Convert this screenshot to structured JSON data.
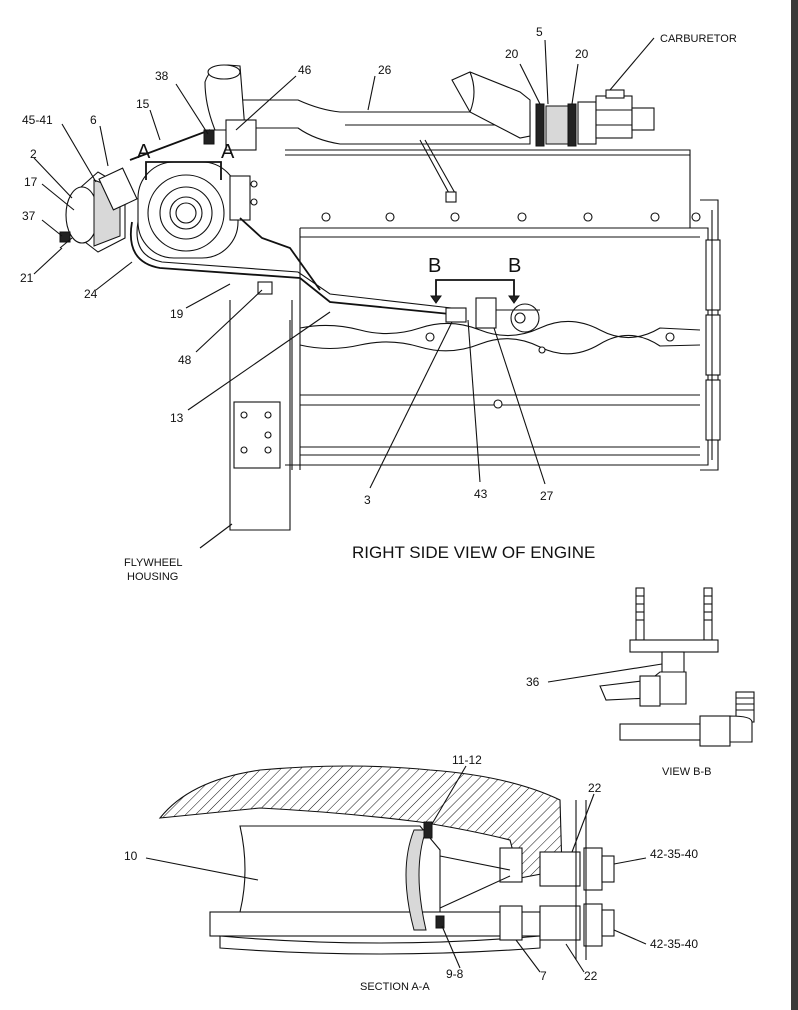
{
  "titles": {
    "right_side_view": "RIGHT SIDE VIEW OF ENGINE",
    "view_bb": "VIEW B-B",
    "section_aa": "SECTION A-A"
  },
  "captions": {
    "carburetor": "CARBURETOR",
    "flywheel_line1": "FLYWHEEL",
    "flywheel_line2": "HOUSING"
  },
  "section_markers": {
    "a_left": "A",
    "a_right": "A",
    "b_left": "B",
    "b_right": "B"
  },
  "callouts": {
    "c5": "5",
    "c20_left": "20",
    "c20_right": "20",
    "c26": "26",
    "c46": "46",
    "c38": "38",
    "c15": "15",
    "c45_41": "45-41",
    "c6": "6",
    "c2": "2",
    "c17": "17",
    "c37": "37",
    "c21": "21",
    "c24": "24",
    "c19": "19",
    "c48": "48",
    "c13": "13",
    "c3": "3",
    "c43": "43",
    "c27": "27",
    "c36": "36",
    "c11_12": "11-12",
    "c22_top": "22",
    "c10": "10",
    "c42_35_40_top": "42-35-40",
    "c42_35_40_bottom": "42-35-40",
    "c9_8": "9-8",
    "c7": "7",
    "c22_bottom": "22"
  }
}
